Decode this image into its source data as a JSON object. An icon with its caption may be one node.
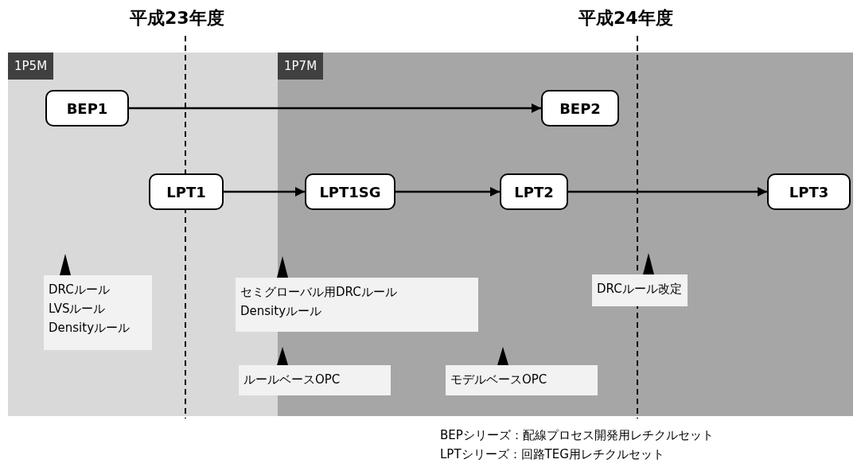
{
  "diagram": {
    "nodes": [
      {
        "text": [
          "1P5M"
        ]
      },
      {
        "text": [
          "1P7M"
        ]
      },
      {
        "text": [
          "BEP1"
        ],
        "in": 0
      },
      {
        "text": [
          "BEP2"
        ],
        "in": 1
      },
      {
        "text": [
          "LPT1"
        ],
        "in": 0
      },
      {
        "text": [
          "LPT1SG"
        ],
        "in": 1
      },
      {
        "text": [
          "LPT2"
        ],
        "in": 1
      },
      {
        "text": [
          "LPT3"
        ],
        "in": 1
      },
      {
        "text": [
          "DRCルール LVSルール Densityルール"
        ],
        "in": 0
      },
      {
        "text": [
          "セミグローバル用DRCルール Densityルール"
        ]
      },
      {
        "text": [
          "DRCルール改定"
        ],
        "in": 1
      },
      {
        "text": [
          "ルールベースOPC"
        ]
      },
      {
        "text": [
          "モデルベースOPC"
        ],
        "in": 1
      }
    ],
    "edges": [
      {
        "from": 2,
        "to": 3,
        "arrow": "to"
      },
      {
        "from": 4,
        "to": 5,
        "arrow": "to"
      },
      {
        "from": 5,
        "to": 6,
        "arrow": "to"
      },
      {
        "from": 6,
        "to": 7,
        "arrow": "to"
      }
    ],
    "labels": [
      "平成23年度",
      "平成24年度",
      "BEPシリーズ：配線プロセス開発用レチクルセット",
      "LPTシリーズ：回路TEG用レチクルセット"
    ]
  }
}
